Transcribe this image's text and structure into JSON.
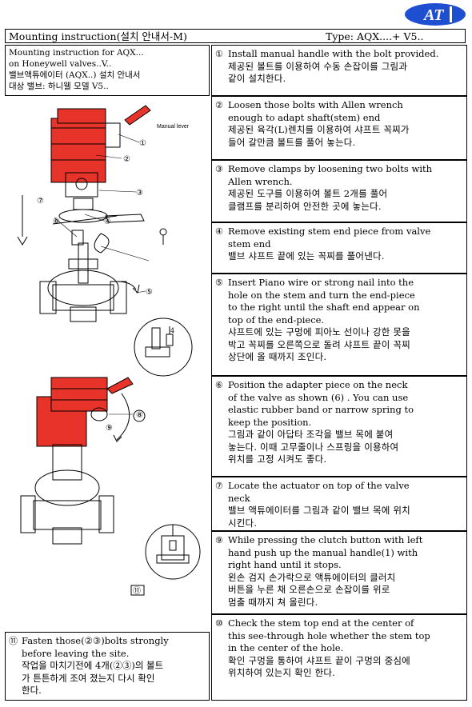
{
  "header": {
    "title": "Mounting instruction(설치 안내서-M)",
    "type": "Type: AQX....+ V5.."
  },
  "intro": {
    "lines": [
      "Mounting instruction for AQX...",
      "on Honeywell valves..V..",
      "밸브액튜에이터 (AQX..) 설치 안내서",
      "대상 밸브: 하니웰 모델 V5.."
    ]
  },
  "figure": {
    "manual_lever_label": "Manual lever",
    "callouts": [
      "①",
      "②",
      "③",
      "④",
      "⑤",
      "⑥",
      "⑦",
      "⑧",
      "⑨",
      "⑪"
    ]
  },
  "steps": [
    {
      "num": "①",
      "lines": [
        "Install manual handle with the bolt provided.",
        "제공된 볼트를 이용하여 수동 손잡이를 그림과",
        "같이 설치한다."
      ]
    },
    {
      "num": "②",
      "lines": [
        "Loosen those bolts with  Allen wrench",
        "enough to adapt shaft(stem) end",
        "제공된 육각(L)렌치를 이용하여 샤프트 꼭찌가",
        "들어 갈만큼 볼트를 풀어 놓는다."
      ]
    },
    {
      "num": "③",
      "lines": [
        "Remove clamps by loosening two bolts with",
        "Allen wrench.",
        "제공된 도구를 이용하여 볼트 2개를 풀어",
        "클램프를 분리하여 안전한 곳에 놓는다."
      ]
    },
    {
      "num": "④",
      "lines": [
        "Remove existing stem end piece from valve",
        "stem end",
        "밸브 샤프트 끝에 있는 꼭찌를 풀어낸다."
      ]
    },
    {
      "num": "⑤",
      "lines": [
        "Insert Piano wire or strong nail into the",
        "hole on the stem and turn the end-piece",
        "to the right until the shaft end appear on",
        "top of the end-piece.",
        "샤프트에 있는 구멍에 피아노 선이나 강한 못을",
        "박고 꼭찌를 오른쪽으로 돌려 샤프트 끝이 꼭찌",
        "상단에 올 때까지 조인다."
      ]
    },
    {
      "num": "⑥",
      "lines": [
        "Position the adapter piece on the neck",
        "of the valve as shown (6) . You can use",
        "elastic rubber band or narrow spring to",
        "keep the position.",
        "그림과 같이 아답타 조각을 밸브 목에 붙여",
        "놓는다. 이때 고무줄이나 스프링을 이용하여",
        "위치를 고정 시켜도 좋다."
      ]
    },
    {
      "num": "⑦",
      "lines": [
        "Locate the actuator on top of the valve",
        "neck",
        "밸브 액튜에이터를 그림과 같이 밸브 목에 위치",
        "시킨다."
      ]
    },
    {
      "num": "⑨",
      "lines": [
        "While pressing the clutch button with left",
        "hand push up the manual handle(1) with",
        "right hand until it stops.",
        "왼손 검지 손가락으로 액튜에이터의 클러치",
        "버튼을  누른 채 오른손으로 손잡이를 위로",
        "멈출 때까지 쳐 올린다."
      ]
    },
    {
      "num": "⑩",
      "lines": [
        "Check the stem top end at the center of",
        "this see-through hole whether the stem top",
        "in the center of the hole.",
        "확인 구멍을 통하여 샤프트 끝이 구멍의 중심에",
        "위치하여 있는지 확인 한다."
      ]
    }
  ],
  "note11": {
    "num": "⑪",
    "lines": [
      "Fasten those(②③)bolts strongly",
      "before leaving the site.",
      "작업을 마치기전에 4개(②③)의 볼트",
      "가 튼튼하게 조여 졌는지 다시 확인",
      "한다."
    ]
  },
  "colors": {
    "actuator_red": "#e8332a",
    "logo_blue": "#1f4fd1"
  }
}
